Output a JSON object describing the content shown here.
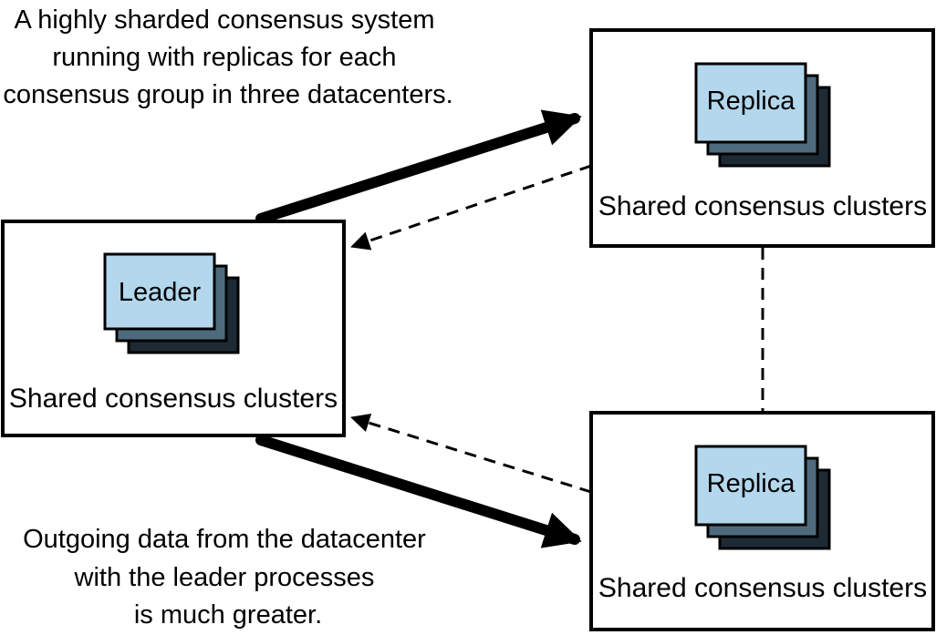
{
  "caption_top": {
    "lines": [
      "A highly sharded consensus system",
      "running with replicas for each",
      "consensus group in three datacenters."
    ]
  },
  "caption_bottom": {
    "lines": [
      "Outgoing data from the datacenter",
      "with the leader processes",
      "is much greater."
    ]
  },
  "leader_cluster": {
    "node_label": "Leader",
    "cluster_label": "Shared consensus clusters"
  },
  "replica_cluster_top": {
    "node_label": "Replica",
    "cluster_label": "Shared consensus clusters"
  },
  "replica_cluster_bottom": {
    "node_label": "Replica",
    "cluster_label": "Shared consensus clusters"
  },
  "colors": {
    "card_front": "#b3d7ec",
    "card_back": "#4e6b7e",
    "card_shadow": "#1e2a33",
    "line": "#000000"
  }
}
